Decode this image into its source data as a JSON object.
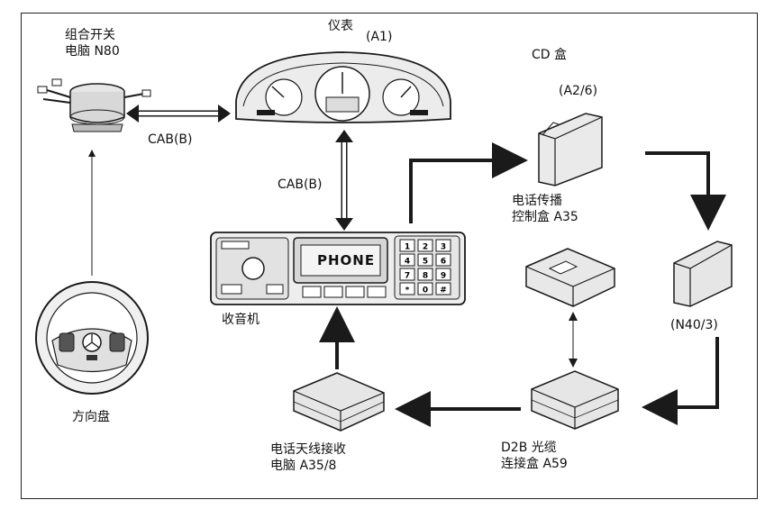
{
  "labels": {
    "combo_switch_line1": "组合开关",
    "combo_switch_line2": "电脑 N80",
    "cluster": "仪表",
    "cluster_code": "(A1)",
    "cd_box": "CD 盒",
    "cd_code": "(A2/6)",
    "cab_left": "CAB(B)",
    "cab_vertical": "CAB(B)",
    "phone_ctrl_line1": "电话传播",
    "phone_ctrl_line2": "控制盒 A35",
    "radio": "收音机",
    "n40": "(N40/3)",
    "steering": "方向盘",
    "antenna_line1": "电话天线接收",
    "antenna_line2": "电脑 A35/8",
    "d2b_line1": "D2B 光缆",
    "d2b_line2": "连接盒 A59",
    "phone_display": "PHONE"
  },
  "keypad": [
    "1",
    "2",
    "3",
    "4",
    "5",
    "6",
    "7",
    "8",
    "9",
    "*",
    "0",
    "#"
  ],
  "colors": {
    "ink": "#1a1a1a",
    "light": "#cfcfcf",
    "mid": "#9a9a9a"
  }
}
